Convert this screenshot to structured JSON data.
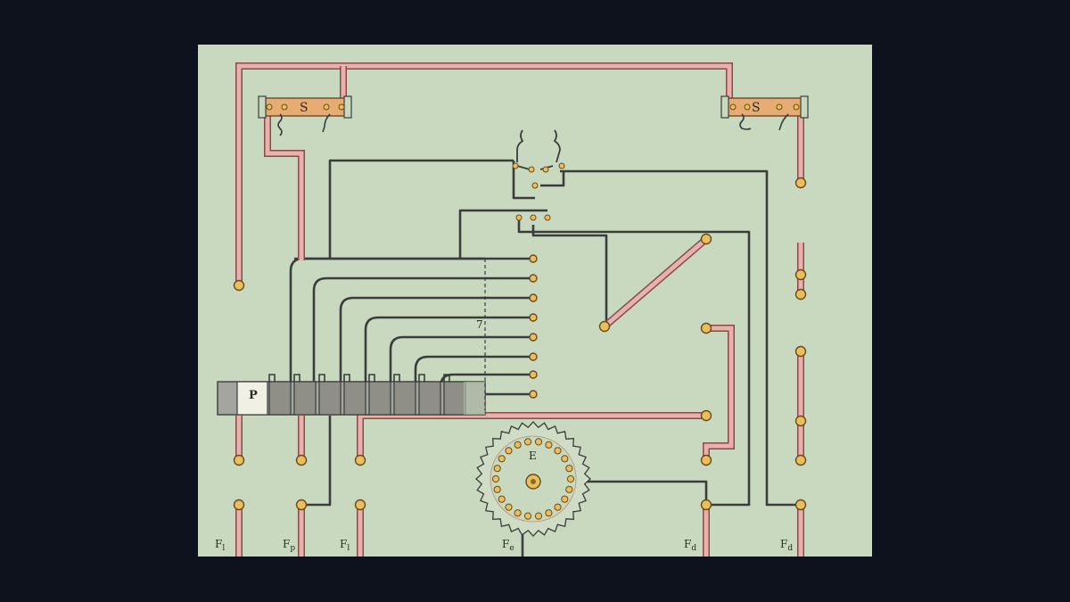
{
  "diagram": {
    "colors": {
      "frame_background": "#0e121c",
      "paper": "#c9d9c0",
      "pink_wire": "#e8b2ac",
      "pink_wire_edge": "#8a4a4a",
      "dark_wire": "#3a3d3b",
      "terminal_fill": "#e8bf5c",
      "terminal_edge": "#6b4a1c",
      "switch_plate": "#e6ac72",
      "plug_block": "#8f8f88",
      "gear_ring": "#d9b8a0"
    },
    "switches": [
      {
        "label": "S"
      },
      {
        "label": "S"
      }
    ],
    "plug_strip": {
      "label": "P"
    },
    "rheostat": {
      "label": "E"
    },
    "marker": "7",
    "bottom_labels": [
      {
        "main": "F",
        "sub": "l"
      },
      {
        "main": "F",
        "sub": "p"
      },
      {
        "main": "F",
        "sub": "l"
      },
      {
        "main": "F",
        "sub": "e"
      },
      {
        "main": "F",
        "sub": "d"
      },
      {
        "main": "F",
        "sub": "d"
      }
    ]
  }
}
